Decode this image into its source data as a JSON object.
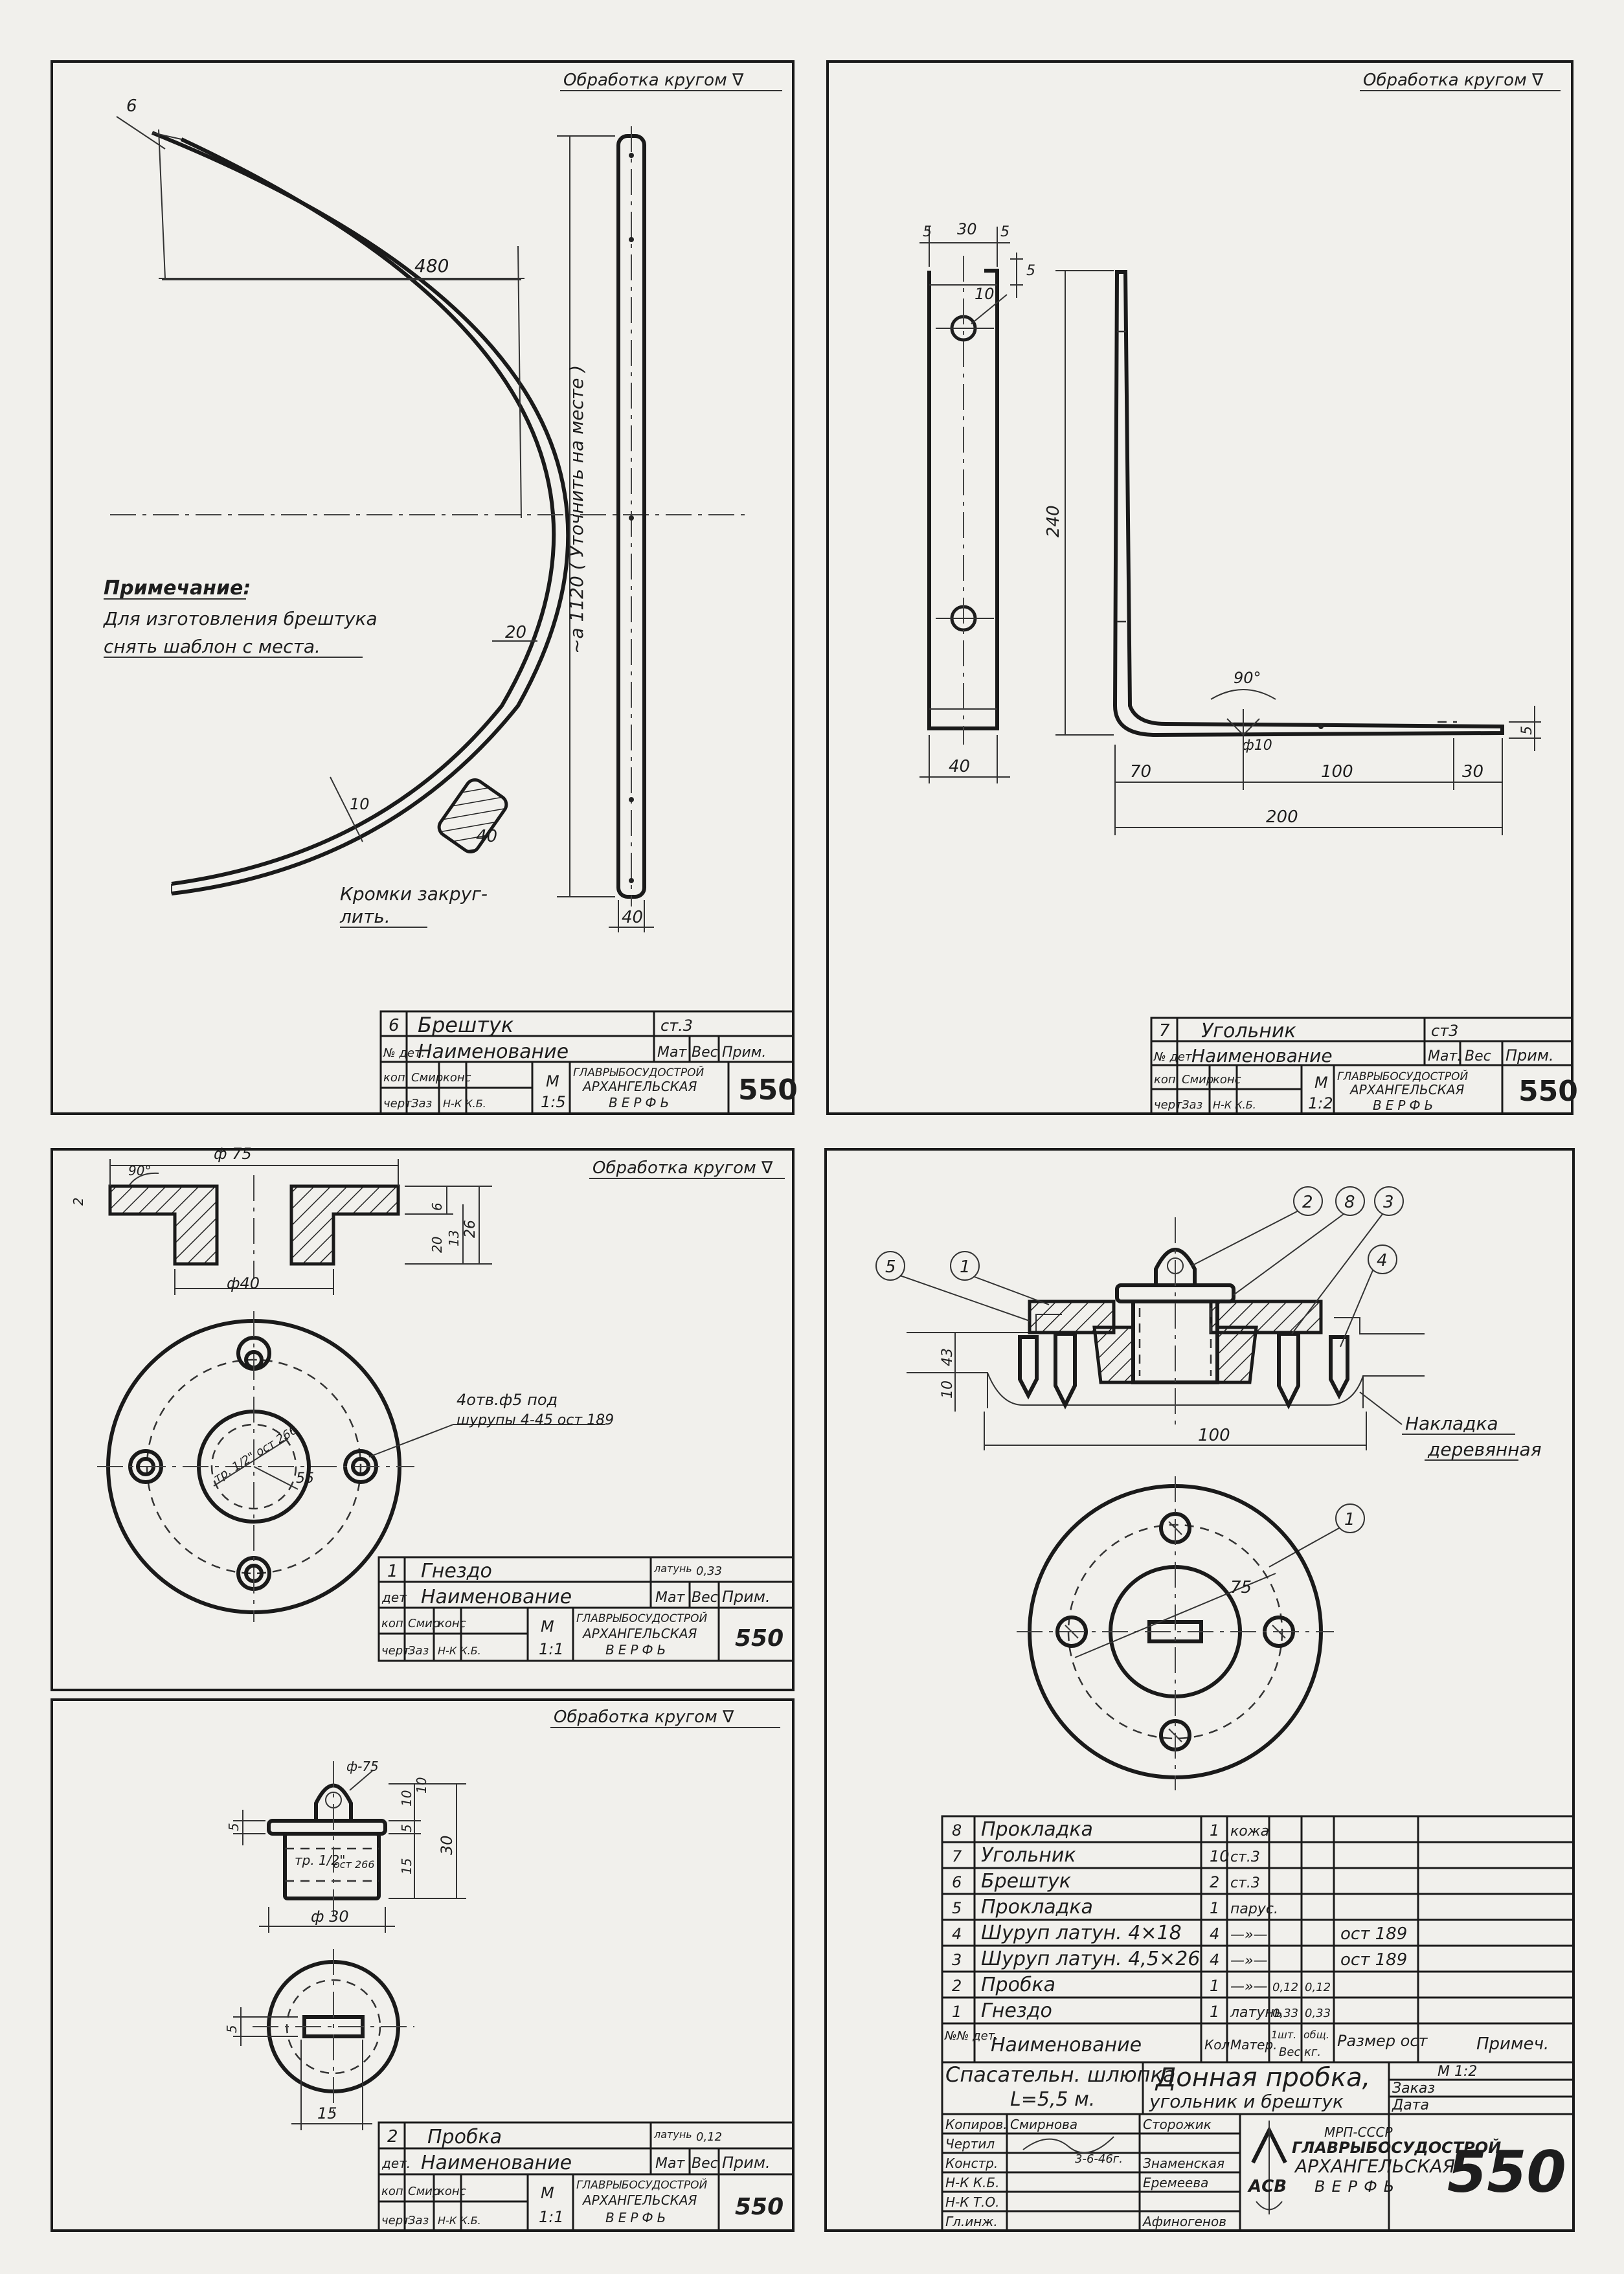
{
  "surface_note": "Обработка кругом ∇",
  "panel1": {
    "dims": {
      "d6": "6",
      "d480": "480",
      "d20": "20",
      "d10": "10",
      "d40": "40",
      "d40b": "40",
      "d1120": "∼a 1120 ( Уточнить на месте )"
    },
    "note_title": "Примечание:",
    "note_line1": "Для изготовления брештука",
    "note_line2": "снять шаблон с места.",
    "edge_note_1": "Кромки закруг-",
    "edge_note_2": "лить.",
    "tb": {
      "num": "6",
      "name": "Брештук",
      "mat": "ст.3",
      "hdr_det": "№ дет.",
      "hdr_name": "Наименование",
      "hdr_mat": "Мат",
      "hdr_wt": "Вес",
      "hdr_note": "Прим.",
      "scale_label": "М",
      "scale": "1:5",
      "org1": "ГЛАВРЫБОСУДОСТРОЙ",
      "org2": "АРХАНГЕЛЬСКАЯ",
      "org3": "ВЕРФЬ",
      "sheet": "550",
      "r1": "коп.",
      "r2": "черт.",
      "s1": "Смир",
      "s2": "Заз",
      "k1": "конс",
      "k2": "Н-К К.Б."
    }
  },
  "panel2": {
    "dims": {
      "d5a": "5",
      "d30": "30",
      "d5b": "5",
      "d5c": "5",
      "d10": "10",
      "d240": "240",
      "d40": "40",
      "d90": "90°",
      "dphi10": "ф10",
      "d70": "70",
      "d100": "100",
      "d30b": "30",
      "d200": "200",
      "d5d": "5"
    },
    "tb": {
      "num": "7",
      "name": "Угольник",
      "mat": "ст3",
      "hdr_det": "№ дет.",
      "hdr_name": "Наименование",
      "hdr_mat": "Мат.",
      "hdr_wt": "Вес",
      "hdr_note": "Прим.",
      "scale_label": "М",
      "scale": "1:2",
      "org1": "ГЛАВРЫБОСУДОСТРОЙ",
      "org2": "АРХАНГЕЛЬСКАЯ",
      "org3": "ВЕРФЬ",
      "sheet": "550",
      "r1": "коп.",
      "r2": "черт.",
      "s1": "Смир",
      "s2": "Заз",
      "k1": "конс",
      "k2": "Н-К К.Б."
    }
  },
  "panel3": {
    "dims": {
      "d75": "ф 75",
      "d90": "90°",
      "d2": "2",
      "d6": "6",
      "d13": "13",
      "d20": "20",
      "d26": "26",
      "d40": "ф40",
      "d55": "55",
      "dthread": "тр. 1/2\" ост 266"
    },
    "holes_note_1": "4отв.ф5 под",
    "holes_note_2": "шурупы 4-45 ост 189",
    "tb": {
      "num": "1",
      "name": "Гнездо",
      "mat": "латунь",
      "wt": "0,33",
      "hdr_det": "дет",
      "hdr_name": "Наименование",
      "hdr_mat": "Мат",
      "hdr_wt": "Вес",
      "hdr_note": "Прим.",
      "scale_label": "М",
      "scale": "1:1",
      "org1": "ГЛАВРЫБОСУДОСТРОЙ",
      "org2": "АРХАНГЕЛЬСКАЯ",
      "org3": "ВЕРФЬ",
      "sheet": "550",
      "r1": "коп.",
      "r2": "черт.",
      "s1": "Смир",
      "s2": "Заз",
      "k1": "конс",
      "k2": "Н-К К.Б."
    }
  },
  "panel4": {
    "dims": {
      "d75": "ф-75",
      "d5a": "5",
      "d10": "10",
      "d5b": "5",
      "d10b": "10",
      "d15": "15",
      "d30": "30",
      "dthread": "тр. 1/2\"",
      "dost": "ост 266",
      "d30b": "ф 30",
      "d5c": "5",
      "d15b": "15"
    },
    "tb": {
      "num": "2",
      "name": "Пробка",
      "mat": "латунь",
      "wt": "0,12",
      "hdr_det": "дет.",
      "hdr_name": "Наименование",
      "hdr_mat": "Мат",
      "hdr_wt": "Вес",
      "hdr_note": "Прим.",
      "scale_label": "М",
      "scale": "1:1",
      "org1": "ГЛАВРЫБОСУДОСТРОЙ",
      "org2": "АРХАНГЕЛЬСКАЯ",
      "org3": "ВЕРФЬ",
      "sheet": "550",
      "r1": "коп.",
      "r2": "черт.",
      "s1": "Смир",
      "s2": "Заз",
      "k1": "конс",
      "k2": "Н-К К.Б."
    }
  },
  "panel5": {
    "balloons": [
      "5",
      "1",
      "2",
      "8",
      "3",
      "4",
      "1"
    ],
    "dims": {
      "d43": "43",
      "d10": "10",
      "d100": "100",
      "d75": "75"
    },
    "wood_note_1": "Накладка",
    "wood_note_2": "деревянная",
    "parts": [
      {
        "num": "8",
        "name": "Прокладка",
        "qty": "1",
        "mat": "кожа",
        "w1": "",
        "w2": "",
        "std": ""
      },
      {
        "num": "7",
        "name": "Угольник",
        "qty": "10",
        "mat": "ст.3",
        "w1": "",
        "w2": "",
        "std": ""
      },
      {
        "num": "6",
        "name": "Брештук",
        "qty": "2",
        "mat": "ст.3",
        "w1": "",
        "w2": "",
        "std": ""
      },
      {
        "num": "5",
        "name": "Прокладка",
        "qty": "1",
        "mat": "парус.",
        "w1": "",
        "w2": "",
        "std": ""
      },
      {
        "num": "4",
        "name": "Шуруп латун. 4×18",
        "qty": "4",
        "mat": "—»—",
        "w1": "",
        "w2": "",
        "std": "ост 189"
      },
      {
        "num": "3",
        "name": "Шуруп латун. 4,5×26",
        "qty": "4",
        "mat": "—»—",
        "w1": "",
        "w2": "",
        "std": "ост 189"
      },
      {
        "num": "2",
        "name": "Пробка",
        "qty": "1",
        "mat": "—»—",
        "w1": "0,12",
        "w2": "0,12",
        "std": ""
      },
      {
        "num": "1",
        "name": "Гнездо",
        "qty": "1",
        "mat": "латунь",
        "w1": "0,33",
        "w2": "0,33",
        "std": ""
      }
    ],
    "hdr": {
      "det": "№№ дет.",
      "name": "Наименование",
      "qty": "Кол.",
      "mat": "Матер.",
      "w1": "1шт.",
      "w2": "общ.",
      "wt": "Вес кг.",
      "size": "Размер ост",
      "note": "Примеч."
    },
    "vessel_1": "Спасательн. шлюпка",
    "vessel_2": "L=5,5 м.",
    "title_1": "Донная пробка,",
    "title_2": "угольник и брештук",
    "scale": "М 1:2",
    "order": "Заказ",
    "date": "Дата",
    "roles": [
      "Копиров.",
      "Чертил",
      "Констр.",
      "Н-К К.Б.",
      "Н-К Т.О.",
      "Гл.инж."
    ],
    "names": [
      "Смирнова",
      "Знаменская",
      "Еремеева",
      "Афиногенов",
      "Сторожик"
    ],
    "doc_date": "3-6-46г.",
    "org_1": "МРП-СССР",
    "org_2": "ГЛАВРЫБОСУДОСТРОЙ",
    "org_3": "АРХАНГЕЛЬСКАЯ",
    "org_4": "ВЕРФЬ",
    "logo": "АСВ",
    "sheet": "550"
  }
}
